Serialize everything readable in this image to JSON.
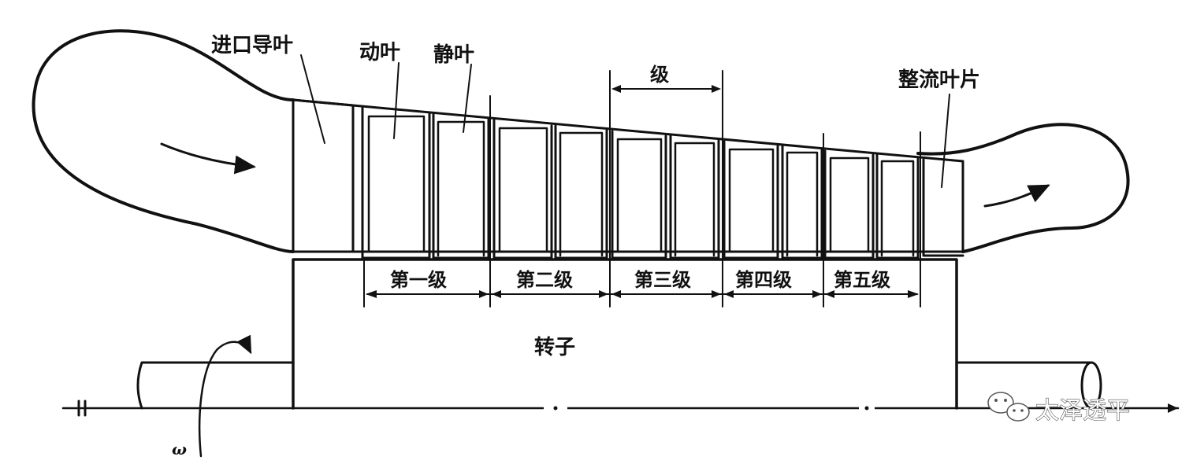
{
  "labels": {
    "inlet_guide_vane": "进口导叶",
    "rotor_blade": "动叶",
    "stator_blade": "静叶",
    "stage": "级",
    "outlet_straightener": "整流叶片",
    "rotor": "转子",
    "omega": "ω"
  },
  "stages": [
    {
      "label": "第一级"
    },
    {
      "label": "第二级"
    },
    {
      "label": "第三级"
    },
    {
      "label": "第四级"
    },
    {
      "label": "第五级"
    }
  ],
  "watermark": {
    "text": "太泽透平",
    "icon": "wechat-icon"
  }
}
